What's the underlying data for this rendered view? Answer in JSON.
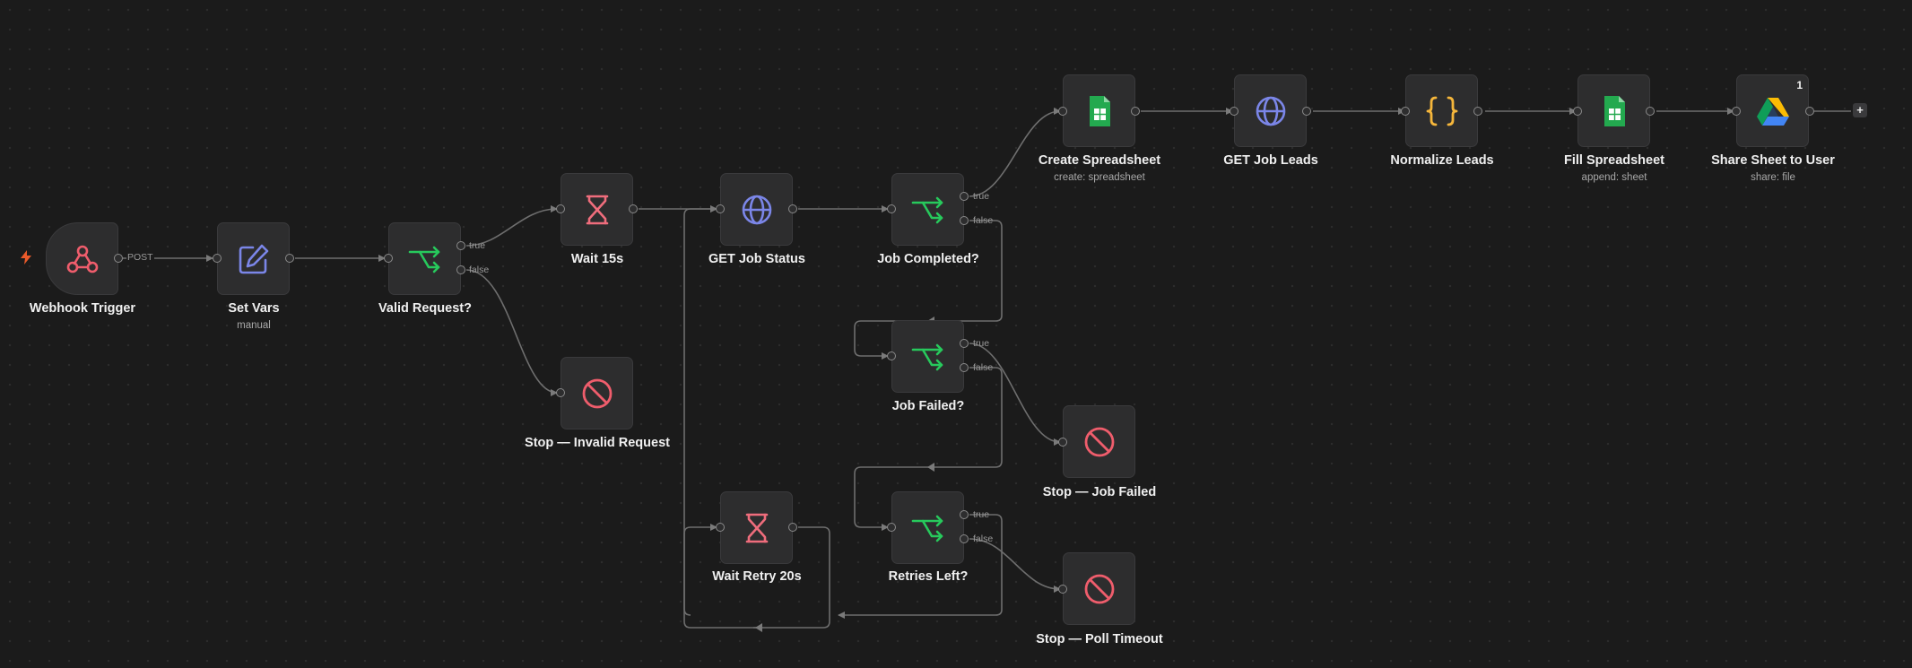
{
  "colors": {
    "canvas_bg": "#1b1b1b",
    "node_bg": "#2d2d2e",
    "edge": "#7a7a7a",
    "webhook_icon": "#ef5d6c",
    "set_icon": "#7b86e8",
    "if_icon": "#27c95c",
    "wait_icon": "#ef6d7c",
    "http_icon": "#7b86e8",
    "stop_icon": "#ef5d6c",
    "code_icon": "#f5b63b",
    "sheets_icon": "#23a94f",
    "trigger_bolt": "#ea5a2a"
  },
  "nodes": {
    "webhook_trigger": {
      "label": "Webhook Trigger",
      "icon": "webhook-icon"
    },
    "set_vars": {
      "label": "Set Vars",
      "sublabel": "manual",
      "icon": "pencil-edit-icon"
    },
    "valid_request": {
      "label": "Valid Request?",
      "icon": "if-branch-icon"
    },
    "wait_15s": {
      "label": "Wait 15s",
      "icon": "hourglass-icon"
    },
    "stop_invalid": {
      "label": "Stop — Invalid Request",
      "icon": "stop-icon"
    },
    "get_job_status": {
      "label": "GET Job Status",
      "icon": "globe-icon"
    },
    "job_completed": {
      "label": "Job Completed?",
      "icon": "if-branch-icon"
    },
    "job_failed": {
      "label": "Job Failed?",
      "icon": "if-branch-icon"
    },
    "stop_job_failed": {
      "label": "Stop — Job Failed",
      "icon": "stop-icon"
    },
    "wait_retry": {
      "label": "Wait Retry 20s",
      "icon": "hourglass-icon"
    },
    "retries_left": {
      "label": "Retries Left?",
      "icon": "if-branch-icon"
    },
    "stop_poll_timeout": {
      "label": "Stop — Poll Timeout",
      "icon": "stop-icon"
    },
    "create_spreadsheet": {
      "label": "Create Spreadsheet",
      "sublabel": "create: spreadsheet",
      "icon": "google-sheets-icon"
    },
    "get_job_leads": {
      "label": "GET Job Leads",
      "icon": "globe-icon"
    },
    "normalize_leads": {
      "label": "Normalize Leads",
      "icon": "code-braces-icon"
    },
    "fill_spreadsheet": {
      "label": "Fill Spreadsheet",
      "sublabel": "append: sheet",
      "icon": "google-sheets-icon"
    },
    "share_sheet": {
      "label": "Share Sheet to User",
      "sublabel": "share: file",
      "icon": "google-drive-icon",
      "badge": "1"
    }
  },
  "branch_labels": {
    "true": "true",
    "false": "false"
  },
  "edge_labels": {
    "webhook_method": "POST"
  },
  "add_node_symbol": "+"
}
